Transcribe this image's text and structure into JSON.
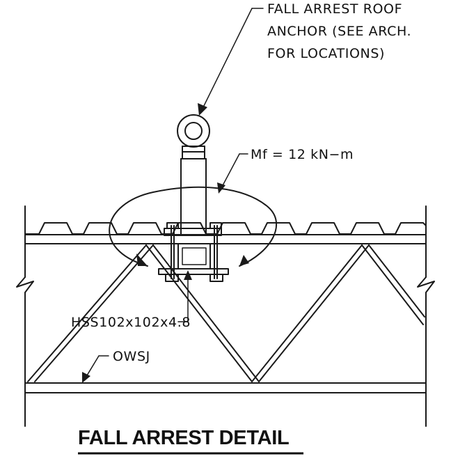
{
  "labels": {
    "anchor_line1": "FALL ARREST ROOF",
    "anchor_line2": "ANCHOR (SEE ARCH.",
    "anchor_line3": "FOR LOCATIONS)",
    "moment": "Mf = 12 kN−m",
    "hss": "HSS102x102x4.8",
    "owsj": "OWSJ"
  },
  "title": "FALL ARREST DETAIL"
}
